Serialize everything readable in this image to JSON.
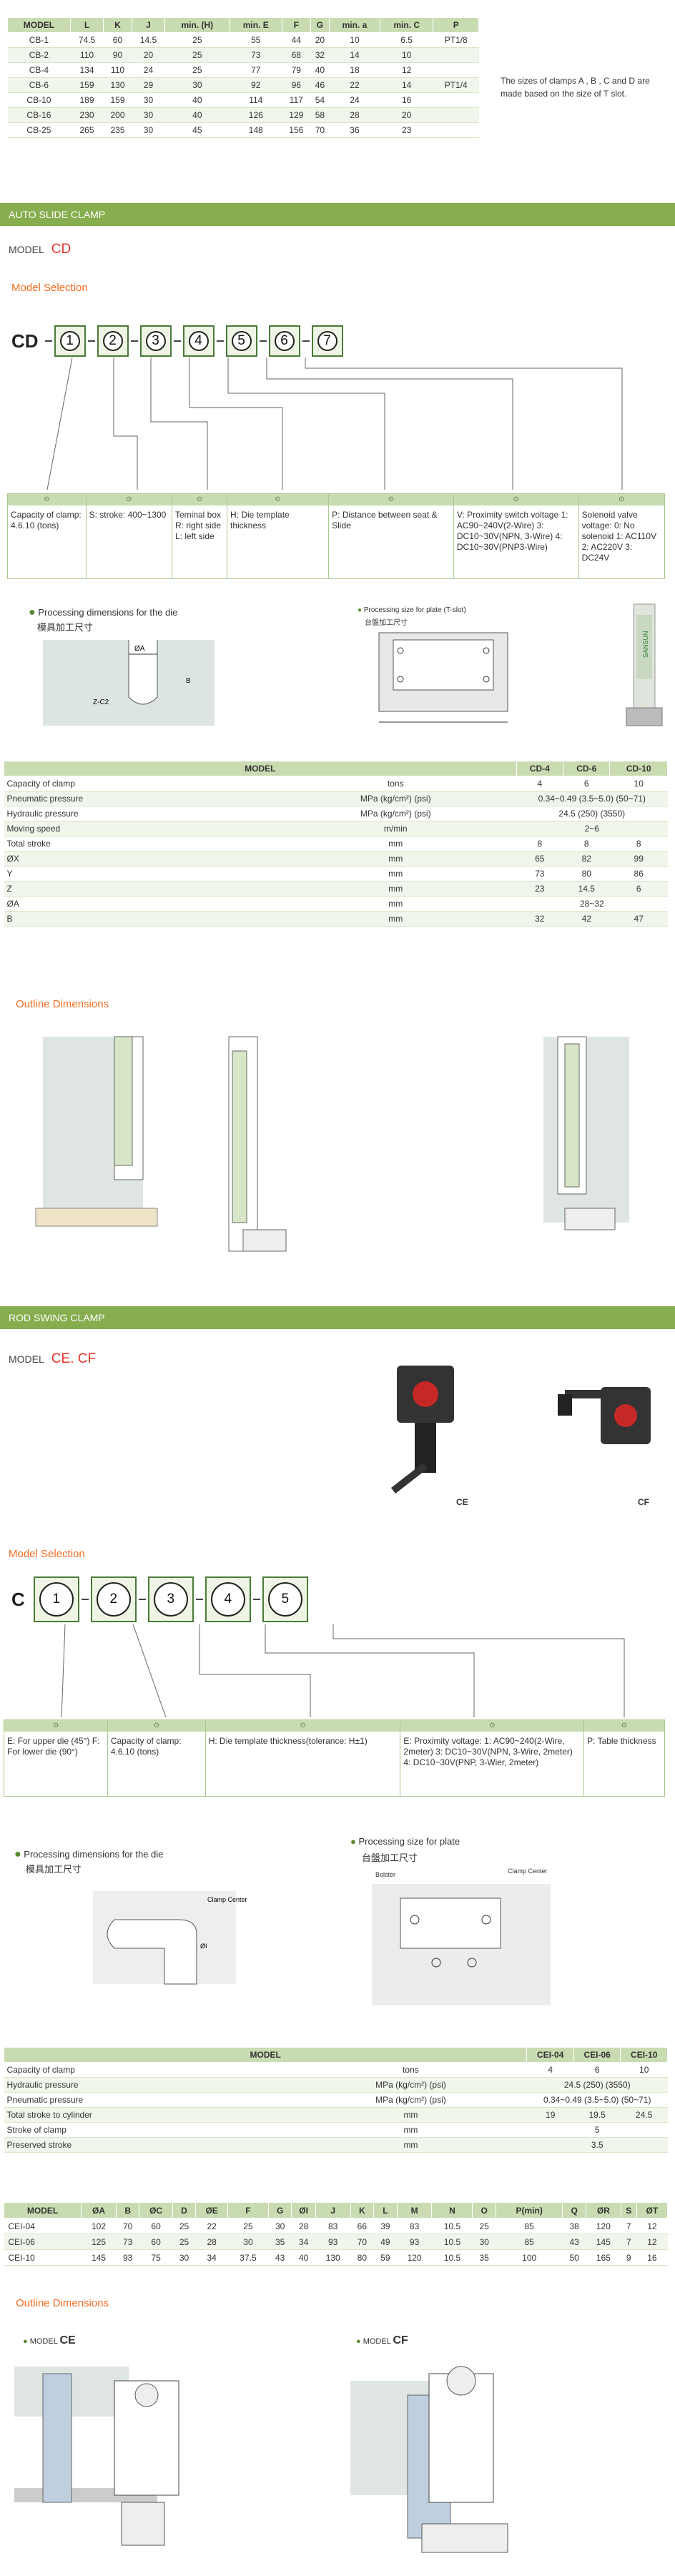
{
  "cb_table": {
    "headers": [
      "MODEL",
      "L",
      "K",
      "J",
      "min. (H)",
      "min. E",
      "F",
      "G",
      "min. a",
      "min. C",
      "P"
    ],
    "rows": [
      [
        "CB-1",
        "74.5",
        "60",
        "14.5",
        "25",
        "55",
        "44",
        "20",
        "10",
        "6.5",
        "PT1/8"
      ],
      [
        "CB-2",
        "110",
        "90",
        "20",
        "25",
        "73",
        "68",
        "32",
        "14",
        "10",
        ""
      ],
      [
        "CB-4",
        "134",
        "110",
        "24",
        "25",
        "77",
        "79",
        "40",
        "18",
        "12",
        ""
      ],
      [
        "CB-6",
        "159",
        "130",
        "29",
        "30",
        "92",
        "96",
        "46",
        "22",
        "14",
        "PT1/4"
      ],
      [
        "CB-10",
        "189",
        "159",
        "30",
        "40",
        "114",
        "117",
        "54",
        "24",
        "16",
        ""
      ],
      [
        "CB-16",
        "230",
        "200",
        "30",
        "40",
        "126",
        "129",
        "58",
        "28",
        "20",
        ""
      ],
      [
        "CB-25",
        "265",
        "235",
        "30",
        "45",
        "148",
        "156",
        "70",
        "36",
        "23",
        ""
      ]
    ],
    "note": "The sizes of clamps A , B , C and D are made based on the size of T slot."
  },
  "auto_slide": {
    "bar": "AUTO SLIDE CLAMP",
    "model_label": "MODEL",
    "model": "CD",
    "selection_title": "Model Selection",
    "prefix": "CD",
    "codes": [
      "1",
      "2",
      "3",
      "4",
      "5",
      "6",
      "7"
    ],
    "legend": [
      "Capacity of clamp: 4.6.10 (tons)",
      "S: stroke: 400~1300",
      "Teminal box R: right side L: left side",
      "H: Die template thickness",
      "P: Distance between seat & Slide",
      "V: Proximity switch voltage 1: AC90~240V(2-Wire) 3: DC10~30V(NPN, 3-Wire) 4: DC10~30V(PNP3-Wire)",
      "Solenoid valve voltage: 0: No solenoid 1: AC110V 2: AC220V 3: DC24V"
    ],
    "die_title": "Processing dimensions for the die",
    "die_title_cn": "模具加工尺寸",
    "plate_title": "Processing size for plate (T-slot)",
    "plate_title_cn": "台盤加工尺寸",
    "spec_headers": [
      "MODEL",
      "",
      "CD-4",
      "CD-6",
      "CD-10"
    ],
    "spec_rows": [
      [
        "Capacity of clamp",
        "tons",
        "4",
        "6",
        "10"
      ],
      [
        "Pneumatic pressure",
        "MPa (kg/cm²) (psi)",
        "0.34~0.49 (3.5~5.0) (50~71)",
        "",
        ""
      ],
      [
        "Hydraulic pressure",
        "MPa (kg/cm²) (psi)",
        "24.5 (250) (3550)",
        "",
        ""
      ],
      [
        "Moving speed",
        "m/min",
        "2~6",
        "",
        ""
      ],
      [
        "Total stroke",
        "mm",
        "8",
        "8",
        "8"
      ],
      [
        "ØX",
        "mm",
        "65",
        "82",
        "99"
      ],
      [
        "Y",
        "mm",
        "73",
        "80",
        "86"
      ],
      [
        "Z",
        "mm",
        "23",
        "14.5",
        "6"
      ],
      [
        "ØA",
        "mm",
        "28~32",
        "",
        ""
      ],
      [
        "B",
        "mm",
        "32",
        "42",
        "47"
      ]
    ],
    "outline_title": "Outline Dimensions"
  },
  "rod_swing": {
    "bar": "ROD SWING CLAMP",
    "model_label": "MODEL",
    "model": "CE. CF",
    "ce_label": "CE",
    "cf_label": "CF",
    "selection_title": "Model Selection",
    "prefix": "C",
    "codes": [
      "1",
      "2",
      "3",
      "4",
      "5"
    ],
    "legend": [
      "E: For upper die (45°) F: For lower die (90°)",
      "Capacity of clamp: 4.6.10 (tons)",
      "H: Die template thickness(tolerance: H±1)",
      "E: Proximity voltage: 1: AC90~240(2-Wire, 2meter) 3: DC10~30V(NPN, 3-Wire, 2meter) 4: DC10~30V(PNP, 3-Wier, 2meter)",
      "P: Table thickness"
    ],
    "die_title": "Processing dimensions for the die",
    "die_title_cn": "模具加工尺寸",
    "plate_title": "Processing size for plate",
    "plate_title_cn": "台盤加工尺寸",
    "spec_headers": [
      "MODEL",
      "",
      "CEI-04",
      "CEI-06",
      "CEI-10"
    ],
    "spec_rows": [
      [
        "Capacity of clamp",
        "tons",
        "4",
        "6",
        "10"
      ],
      [
        "Hydraulic pressure",
        "MPa (kg/cm²) (psi)",
        "24.5 (250) (3550)",
        "",
        ""
      ],
      [
        "Pneumatic pressure",
        "MPa (kg/cm²) (psi)",
        "0.34~0.49 (3.5~5.0) (50~71)",
        "",
        ""
      ],
      [
        "Total stroke to cylinder",
        "mm",
        "19",
        "19.5",
        "24.5"
      ],
      [
        "Stroke of clamp",
        "mm",
        "5",
        "",
        ""
      ],
      [
        "Preserved stroke",
        "mm",
        "3.5",
        "",
        ""
      ]
    ],
    "dim_headers": [
      "MODEL",
      "ØA",
      "B",
      "ØC",
      "D",
      "ØE",
      "F",
      "G",
      "ØI",
      "J",
      "K",
      "L",
      "M",
      "N",
      "O",
      "P(min)",
      "Q",
      "ØR",
      "S",
      "ØT"
    ],
    "dim_rows": [
      [
        "CEI-04",
        "102",
        "70",
        "60",
        "25",
        "22",
        "25",
        "30",
        "28",
        "83",
        "66",
        "39",
        "83",
        "10.5",
        "25",
        "85",
        "38",
        "120",
        "7",
        "12"
      ],
      [
        "CEI-06",
        "125",
        "73",
        "60",
        "25",
        "28",
        "30",
        "35",
        "34",
        "93",
        "70",
        "49",
        "93",
        "10.5",
        "30",
        "85",
        "43",
        "145",
        "7",
        "12"
      ],
      [
        "CEI-10",
        "145",
        "93",
        "75",
        "30",
        "34",
        "37.5",
        "43",
        "40",
        "130",
        "80",
        "59",
        "120",
        "10.5",
        "35",
        "100",
        "50",
        "165",
        "9",
        "16"
      ]
    ],
    "outline_title": "Outline Dimensions",
    "ce_model": "CE",
    "cf_model": "CF"
  },
  "colors": {
    "accent": "#86ad4e",
    "header_bg": "#c9dcb1",
    "title_orange": "#f36c21",
    "model_red": "#e5352a"
  }
}
